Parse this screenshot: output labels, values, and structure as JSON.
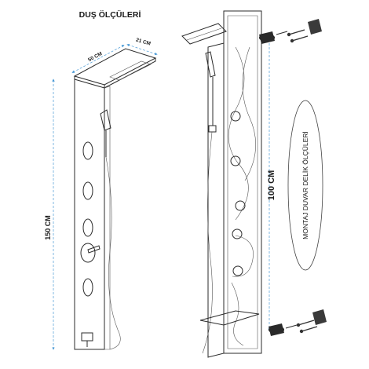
{
  "title": "DUŞ ÖLÇÜLERİ",
  "dimensions": {
    "width": "50 CM",
    "depth": "21 CM",
    "height": "150 CM",
    "mount_spacing": "100 CM"
  },
  "mount_label": "MONTAJ DUVAR DELİK ÖLÇÜLERİ",
  "colors": {
    "dimension_line": "#4a9ad6",
    "outline": "#2b2b2b",
    "bracket": "#1c1c1c"
  }
}
